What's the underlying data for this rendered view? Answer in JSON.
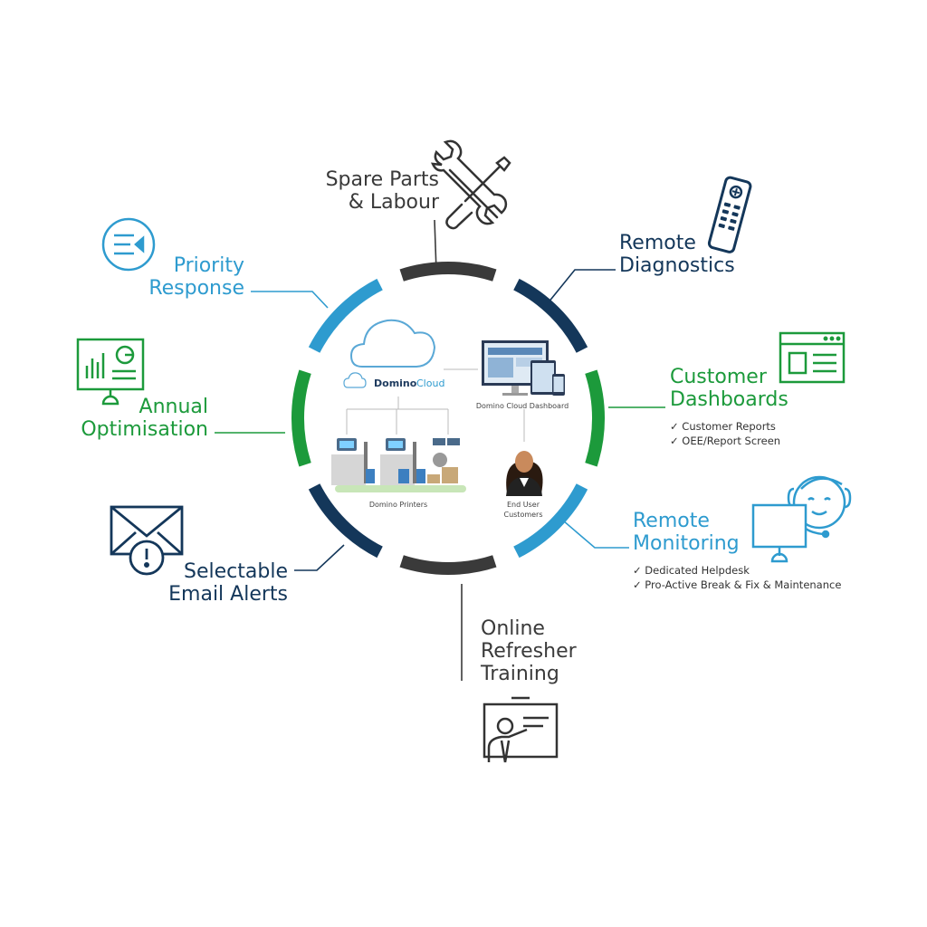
{
  "segments": [
    {
      "name": "spare-parts-labour",
      "color": "#3a3a3a",
      "lines": [
        "Spare Parts",
        "& Labour"
      ],
      "icon": "tools-icon"
    },
    {
      "name": "remote-diagnostics",
      "color": "#14375a",
      "lines": [
        "Remote",
        "Diagnostics"
      ],
      "icon": "remote-control-icon"
    },
    {
      "name": "customer-dashboards",
      "color": "#1c9a3b",
      "lines": [
        "Customer",
        "Dashboards"
      ],
      "icon": "dashboard-window-icon",
      "bullets": [
        "✓ Customer Reports",
        "✓ OEE/Report Screen"
      ]
    },
    {
      "name": "remote-monitoring",
      "color": "#2e9bcf",
      "lines": [
        "Remote",
        "Monitoring"
      ],
      "icon": "headset-agent-icon",
      "bullets": [
        "✓ Dedicated Helpdesk",
        "✓ Pro-Active Break & Fix & Maintenance"
      ]
    },
    {
      "name": "online-refresher-training",
      "color": "#3a3a3a",
      "lines": [
        "Online",
        "Refresher",
        "Training"
      ],
      "icon": "presentation-icon"
    },
    {
      "name": "selectable-email-alerts",
      "color": "#14375a",
      "lines": [
        "Selectable",
        "Email Alerts"
      ],
      "icon": "email-alert-icon"
    },
    {
      "name": "annual-optimisation",
      "color": "#1c9a3b",
      "lines": [
        "Annual",
        "Optimisation"
      ],
      "icon": "chart-monitor-icon"
    },
    {
      "name": "priority-response",
      "color": "#2e9bcf",
      "lines": [
        "Priority",
        "Response"
      ],
      "icon": "priority-list-icon"
    }
  ],
  "center": {
    "cloud_brand": "Domino",
    "cloud_word": "Cloud",
    "dashboard_label": "Domino Cloud Dashboard",
    "printers_label": "Domino Printers",
    "end_user_lines": [
      "End User",
      "Customers"
    ]
  },
  "colors": {
    "dark": "#3a3a3a",
    "navy": "#14375a",
    "green": "#1c9a3b",
    "blue": "#2e9bcf"
  }
}
